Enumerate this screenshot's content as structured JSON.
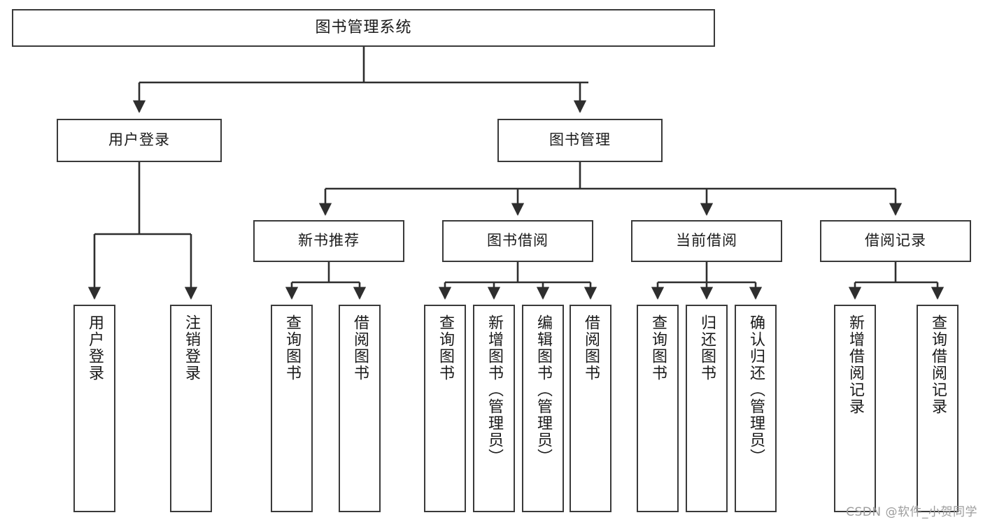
{
  "diagram": {
    "title": "图书管理系统",
    "type": "tree-hierarchy",
    "root": {
      "label": "图书管理系统"
    },
    "level2": [
      {
        "label": "用户登录"
      },
      {
        "label": "图书管理"
      }
    ],
    "level3": [
      {
        "label": "新书推荐"
      },
      {
        "label": "图书借阅"
      },
      {
        "label": "当前借阅"
      },
      {
        "label": "借阅记录"
      }
    ],
    "leaves": {
      "user_login": [
        {
          "label": "用户登录"
        },
        {
          "label": "注销登录"
        }
      ],
      "new_book_recommend": [
        {
          "label": "查询图书"
        },
        {
          "label": "借阅图书"
        }
      ],
      "book_borrow": [
        {
          "label": "查询图书"
        },
        {
          "label": "新增图书（管理员）"
        },
        {
          "label": "编辑图书（管理员）"
        },
        {
          "label": "借阅图书"
        }
      ],
      "current_borrow": [
        {
          "label": "查询图书"
        },
        {
          "label": "归还图书"
        },
        {
          "label": "确认归还（管理员）"
        }
      ],
      "borrow_record": [
        {
          "label": "新增借阅记录"
        },
        {
          "label": "查询借阅记录"
        }
      ]
    }
  },
  "watermark": {
    "text": "CSDN @软件_小贺同学"
  },
  "colors": {
    "stroke": "#3a3a3a",
    "background": "#ffffff",
    "text": "#1a1a1a",
    "watermark": "#9d9d9d"
  }
}
